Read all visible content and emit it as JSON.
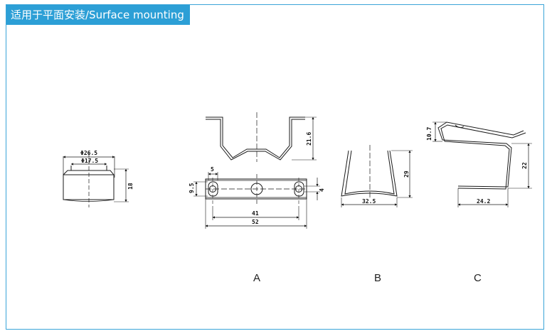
{
  "header": {
    "title": "适用于平面安装/Surface mounting"
  },
  "colors": {
    "accent": "#2c9fd6",
    "frame": "#3aa4d8",
    "line": "#1a1a1a"
  },
  "drawings": {
    "cap": {
      "d_outer": "Φ26.5",
      "d_inner": "Φ17.5",
      "height": "18"
    },
    "clip_a": {
      "label": "A",
      "height": "21.6",
      "slot_width": "5",
      "hole_height": "9.5",
      "side_height": "4",
      "hole_pitch": "41",
      "overall": "52"
    },
    "clip_b": {
      "label": "B",
      "height": "29",
      "width": "32.5"
    },
    "clip_c": {
      "label": "C",
      "top": "10.7",
      "height": "22",
      "width": "24.2"
    }
  }
}
